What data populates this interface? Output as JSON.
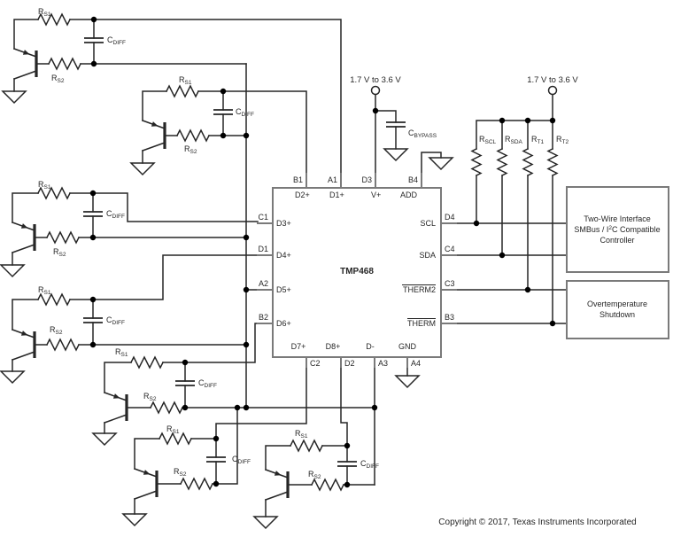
{
  "colors": {
    "wire": "#262626",
    "border": "#7a7a7a",
    "text": "#262626",
    "background": "#ffffff"
  },
  "supply": {
    "left_label": "1.7 V to 3.6 V",
    "right_label": "1.7 V to 3.6 V"
  },
  "components": {
    "rs1": {
      "main": "R",
      "sub": "S1"
    },
    "rs2": {
      "main": "R",
      "sub": "S2"
    },
    "cdiff": {
      "main": "C",
      "sub": "DIFF"
    },
    "cbypass": {
      "main": "C",
      "sub": "BYPASS"
    },
    "rscl": {
      "main": "R",
      "sub": "SCL"
    },
    "rsda": {
      "main": "R",
      "sub": "SDA"
    },
    "rt1": {
      "main": "R",
      "sub": "T1"
    },
    "rt2": {
      "main": "R",
      "sub": "T2"
    }
  },
  "ic": {
    "name": "TMP468",
    "top_pins": [
      {
        "outer": "B1",
        "inner": "D2+"
      },
      {
        "outer": "A1",
        "inner": "D1+"
      },
      {
        "outer": "D3",
        "inner": "V+"
      },
      {
        "outer": "B4",
        "inner": "ADD"
      }
    ],
    "left_pins": [
      {
        "outer": "C1",
        "inner": "D3+"
      },
      {
        "outer": "D1",
        "inner": "D4+"
      },
      {
        "outer": "A2",
        "inner": "D5+"
      },
      {
        "outer": "B2",
        "inner": "D6+"
      }
    ],
    "right_pins": [
      {
        "outer": "D4",
        "inner": "SCL"
      },
      {
        "outer": "C4",
        "inner": "SDA"
      },
      {
        "outer": "C3",
        "inner": "THERM2"
      },
      {
        "outer": "B3",
        "inner": "THERM"
      }
    ],
    "bottom_pins": [
      {
        "outer": "C2",
        "inner": "D7+"
      },
      {
        "outer": "D2",
        "inner": "D8+"
      },
      {
        "outer": "A3",
        "inner": "D-"
      },
      {
        "outer": "A4",
        "inner": "GND"
      }
    ]
  },
  "boxes": {
    "controller": {
      "line1": "Two-Wire Interface",
      "line2_pre": "SMBus / I",
      "line2_sup": "2",
      "line2_post": "C Compatible",
      "line3": "Controller"
    },
    "shutdown": {
      "line1": "Overtemperature",
      "line2": "Shutdown"
    }
  },
  "footer": {
    "copyright": "Copyright © 2017, Texas Instruments Incorporated"
  }
}
